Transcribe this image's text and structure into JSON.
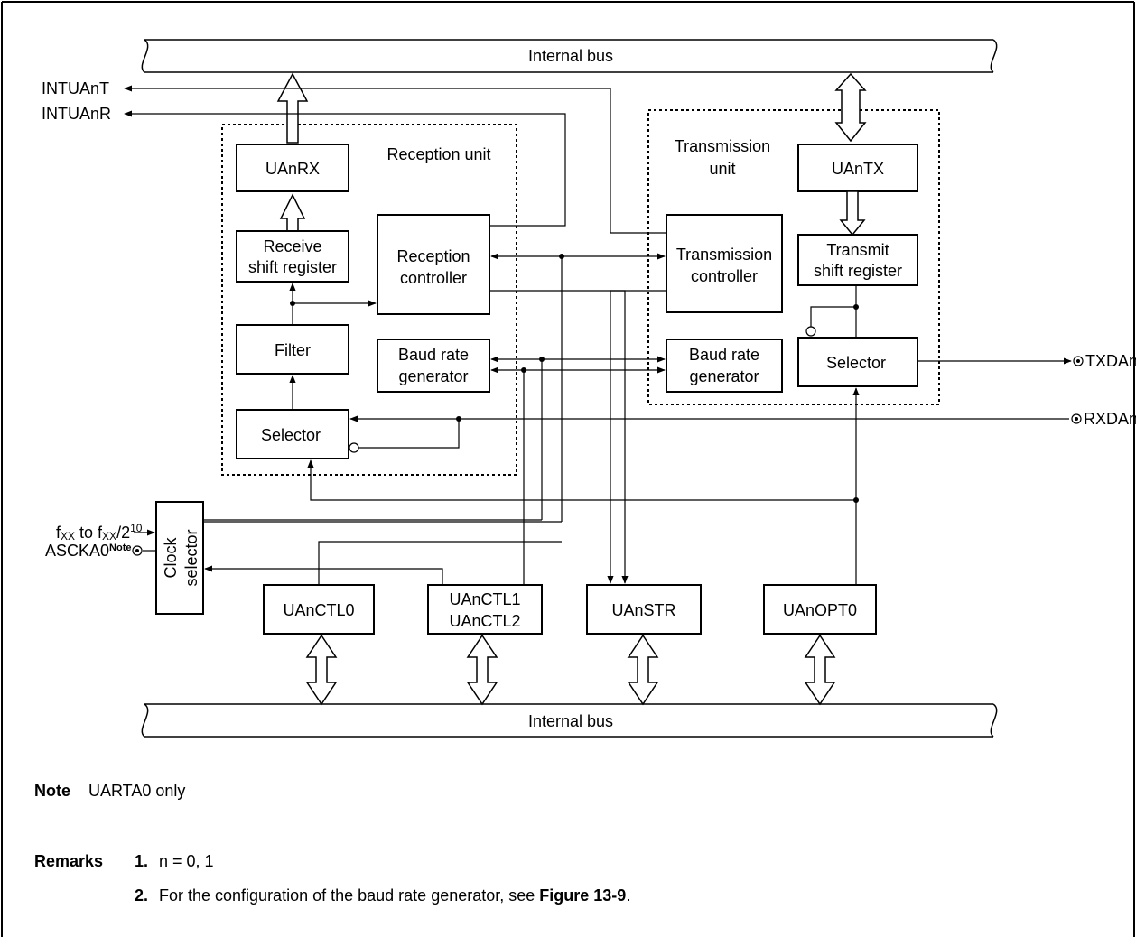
{
  "bus": {
    "top_label": "Internal bus",
    "bottom_label": "Internal bus"
  },
  "signals": {
    "intuant": "INTUAnT",
    "intuanr": "INTUAnR",
    "txdan": "TXDAn",
    "rxdan": "RXDAn",
    "clock_in_fxx_a": "f",
    "clock_in_sub_a": "XX",
    "clock_in_mid": " to f",
    "clock_in_sub_b": "XX",
    "clock_in_end": "/2",
    "clock_in_sup": "10",
    "ascka0": "ASCKA0",
    "ascka0_note": "Note"
  },
  "reception_unit": {
    "title": "Reception unit",
    "uanrx": "UAnRX",
    "receive_shift_l1": "Receive",
    "receive_shift_l2": "shift register",
    "controller_l1": "Reception",
    "controller_l2": "controller",
    "filter": "Filter",
    "baud_l1": "Baud rate",
    "baud_l2": "generator",
    "selector": "Selector"
  },
  "transmission_unit": {
    "title_l1": "Transmission",
    "title_l2": "unit",
    "uantx": "UAnTX",
    "controller_l1": "Transmission",
    "controller_l2": "controller",
    "transmit_shift_l1": "Transmit",
    "transmit_shift_l2": "shift register",
    "baud_l1": "Baud rate",
    "baud_l2": "generator",
    "selector": "Selector"
  },
  "clock_selector": {
    "l1": "Clock",
    "l2": "selector"
  },
  "registers": {
    "uanctl0": "UAnCTL0",
    "uanctl1": "UAnCTL1",
    "uanctl2": "UAnCTL2",
    "uanstr": "UAnSTR",
    "uanopt0": "UAnOPT0"
  },
  "notes": {
    "note_label": "Note",
    "note_text": "UARTA0 only",
    "remarks_label": "Remarks",
    "remark1_num": "1.",
    "remark1_text": "n = 0, 1",
    "remark2_num": "2.",
    "remark2_text_a": "For the configuration of the baud rate generator, see ",
    "remark2_fig": "Figure 13-9",
    "remark2_text_b": "."
  }
}
